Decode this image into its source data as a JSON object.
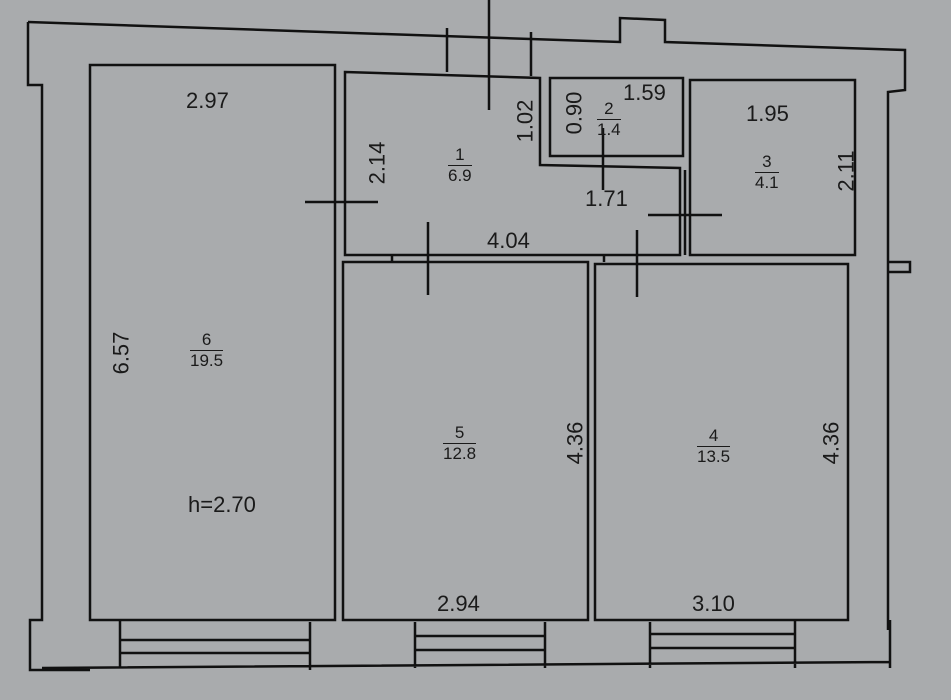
{
  "plan": {
    "ceiling_height": "h=2.70",
    "rooms": [
      {
        "number": "1",
        "area": "6.9"
      },
      {
        "number": "2",
        "area": "1.4"
      },
      {
        "number": "3",
        "area": "4.1"
      },
      {
        "number": "4",
        "area": "13.5"
      },
      {
        "number": "5",
        "area": "12.8"
      },
      {
        "number": "6",
        "area": "19.5"
      }
    ],
    "dimensions": {
      "room6_width": "2.97",
      "room6_length": "6.57",
      "room1_left": "2.14",
      "room1_niche": "1.02",
      "room1_width": "4.04",
      "room1_right": "1.71",
      "room2_height": "0.90",
      "room2_width": "1.59",
      "room3_width": "1.95",
      "room3_height": "2.11",
      "room5_length": "4.36",
      "room5_width": "2.94",
      "room4_length": "4.36",
      "room4_width": "3.10"
    },
    "colors": {
      "paper": "#a9abad",
      "line": "#111111"
    }
  }
}
